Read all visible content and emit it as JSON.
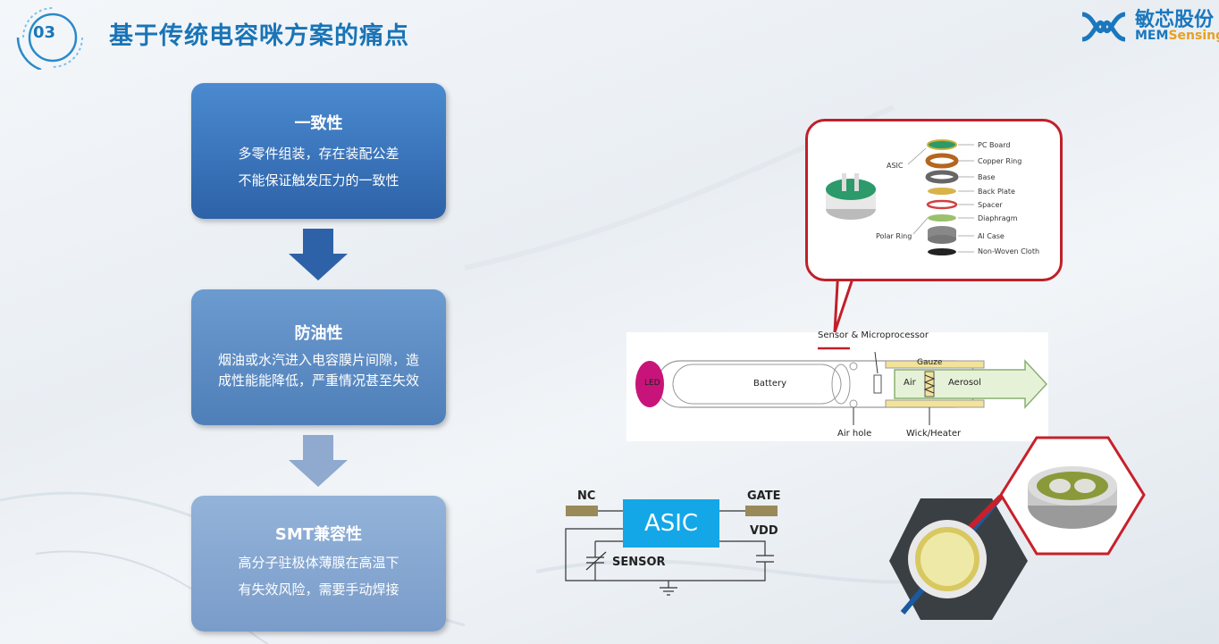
{
  "header": {
    "badge_number": "03",
    "title": "基于传统电容咪方案的痛点"
  },
  "logo": {
    "name_cn": "敏芯股份",
    "name_en_pre": "MEM",
    "name_en_post": "Sensing"
  },
  "cards": [
    {
      "title": "一致性",
      "lines": [
        "多零件组装，存在装配公差",
        "不能保证触发压力的一致性"
      ]
    },
    {
      "title": "防油性",
      "lines": [
        "烟油或水汽进入电容膜片间隙，造",
        "成性能能降低，严重情况甚至失效"
      ]
    },
    {
      "title": "SMT兼容性",
      "lines": [
        "高分子驻极体薄膜在高温下",
        "有失效风险，需要手动焊接"
      ]
    }
  ],
  "exploded_view": {
    "asic_label": "ASIC",
    "polar_ring_label": "Polar Ring",
    "parts": [
      "PC Board",
      "Copper Ring",
      "Base",
      "Back Plate",
      "Spacer",
      "Diaphragm",
      "Al Case",
      "Non-Woven Cloth"
    ]
  },
  "ecig": {
    "sensor_label": "Sensor & Microprocessor",
    "led_label": "LED",
    "battery_label": "Battery",
    "gauze_label": "Gauze",
    "air_label": "Air",
    "aerosol_label": "Aerosol",
    "air_hole_label": "Air hole",
    "wick_label": "Wick/Heater"
  },
  "circuit": {
    "nc": "NC",
    "gate": "GATE",
    "vdd": "VDD",
    "asic": "ASIC",
    "sensor": "SENSOR"
  }
}
